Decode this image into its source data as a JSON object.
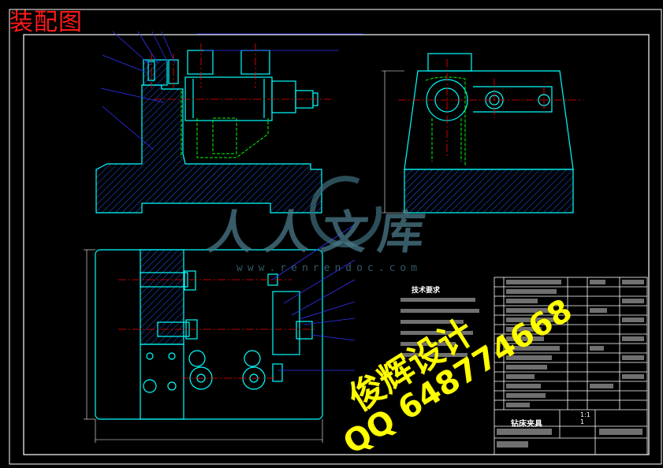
{
  "title": "装配图",
  "watermark": {
    "site_name": "人人文库",
    "url": "www.renrendoc.com"
  },
  "stamp": {
    "line1": "俊辉设计",
    "line2": "QQ 648774668"
  },
  "technical_requirements_heading": "技术要求",
  "title_block": {
    "drawing_name": "钻床夹具",
    "scale": "1:1",
    "sheet": "1"
  },
  "colors": {
    "background": "#000000",
    "outline": "#00ffff",
    "hidden": "#00ff00",
    "centerline": "#ff0000",
    "leader": "#3333ff",
    "stamp": "#ffff00",
    "title": "#ff1a1a"
  }
}
